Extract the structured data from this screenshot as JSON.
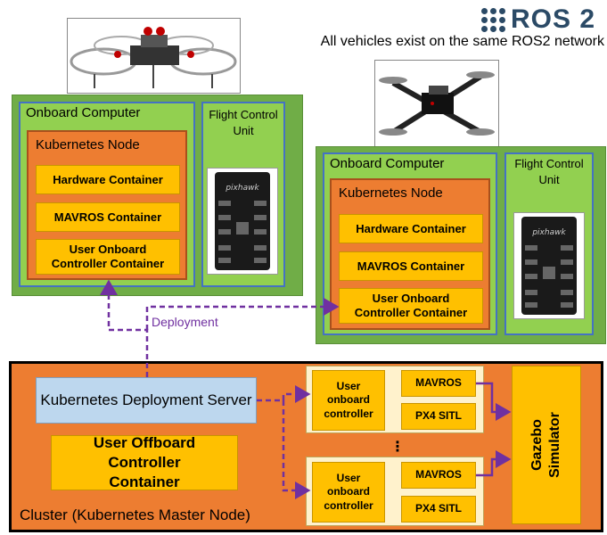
{
  "header": {
    "logo_text": "ROS 2",
    "network_note": "All vehicles exist on the same ROS2 network"
  },
  "vehicle_1": {
    "onboard_title": "Onboard Computer",
    "fcu_title": "Flight Control Unit",
    "kube_title": "Kubernetes Node",
    "containers": [
      "Hardware Container",
      "MAVROS Container",
      "User Onboard Controller Container"
    ]
  },
  "vehicle_2": {
    "onboard_title": "Onboard Computer",
    "fcu_title": "Flight Control Unit",
    "kube_title": "Kubernetes Node",
    "containers": [
      "Hardware Container",
      "MAVROS Container",
      "User Onboard Controller Container"
    ]
  },
  "deployment_label": "Deployment",
  "cluster": {
    "label": "Cluster (Kubernetes Master Node)",
    "deploy_server": "Kubernetes Deployment Server",
    "offboard": "User Offboard Controller Container",
    "sim_1": {
      "controller": "User onboard controller",
      "mavros": "MAVROS",
      "px4": "PX4 SITL"
    },
    "ellipsis": "⋮",
    "sim_2": {
      "controller": "User onboard controller",
      "mavros": "MAVROS",
      "px4": "PX4 SITL"
    },
    "gazebo": "Gazebo Simulator"
  },
  "colors": {
    "vehicle_green": "#70ad47",
    "light_green": "#92d050",
    "orange": "#ed7d31",
    "gold": "#ffc000",
    "light_blue": "#bdd7ee",
    "cream": "#fff2cc",
    "arrow_purple": "#7030a0",
    "border_blue": "#4472c4"
  },
  "icons": [
    "ros-logo-icon",
    "quadcopter-photo-icon",
    "racing-drone-photo-icon",
    "pixhawk-board-icon"
  ]
}
